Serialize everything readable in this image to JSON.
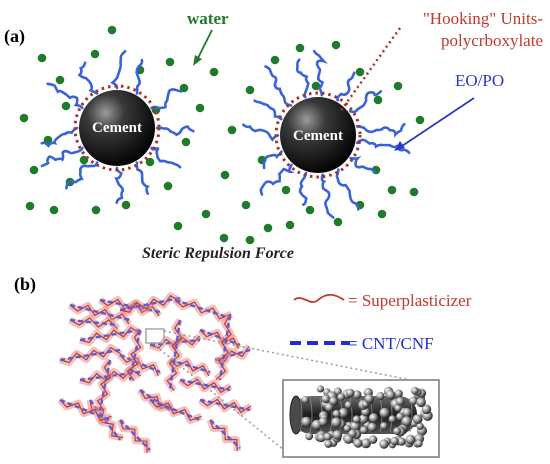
{
  "panel_a": {
    "label": "(a)",
    "water_label": "water",
    "hooking_line1": "\"Hooking\" Units-",
    "hooking_line2": "polycrboxylate",
    "eopo_label": "EO/PO",
    "particles": [
      {
        "label": "Cement"
      },
      {
        "label": "Cement"
      }
    ],
    "caption": "Steric Repulsion Force"
  },
  "panel_b": {
    "label": "(b)",
    "legend": [
      {
        "text": "= Superplasticizer",
        "color": "#c0392b"
      },
      {
        "text": "= CNT/CNF",
        "color": "#1f2fd6"
      }
    ]
  },
  "colors": {
    "water_dot": "#1f7a2a",
    "chain": "#3a63d8",
    "hook_dots": "#a3332b",
    "eopo": "#2a3bc4",
    "superplasticizer": "#c0392b",
    "cnt": "#5b5bd6",
    "label_red": "#c0392b"
  }
}
